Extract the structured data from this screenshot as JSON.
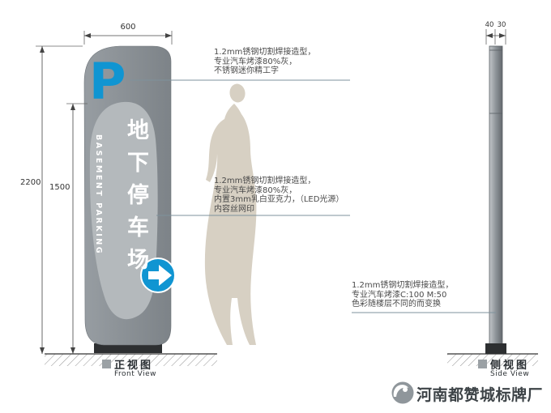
{
  "dimensions": {
    "front_width": "600",
    "front_height_total": "2200",
    "front_panel_height": "1500",
    "side_depth_top": "40",
    "side_depth_bottom": "30"
  },
  "sign": {
    "p_symbol": "P",
    "name_cn": "地下停车场",
    "name_en": "BASEMENT PARKING"
  },
  "annotations": {
    "top": {
      "line1": "1.2mm锈钢切割焊接造型，",
      "line2": "专业汽车烤漆80%灰，",
      "line3": "不锈钢迷你精工字"
    },
    "middle": {
      "line1": "1.2mm锈钢切割焊接造型，",
      "line2": "专业汽车烤漆80%灰，",
      "line3": "内置3mm乳白亚克力，（LED光源）",
      "line4": "内容丝网印"
    },
    "side": {
      "line1": "1.2mm锈钢切割焊接造型，",
      "line2": "专业汽车烤漆C:100  M:50",
      "line3": "色彩随楼层不同的而变换"
    }
  },
  "views": {
    "front": {
      "label_cn": "正视图",
      "label_en": "Front View"
    },
    "side": {
      "label_cn": "侧视图",
      "label_en": "Side View"
    }
  },
  "footer": {
    "company": "河南都赞城标牌厂"
  },
  "colors": {
    "accent_blue": "#1095d2",
    "pylon_gray": "#8a9095",
    "panel_gray": "#b4b9bc"
  }
}
